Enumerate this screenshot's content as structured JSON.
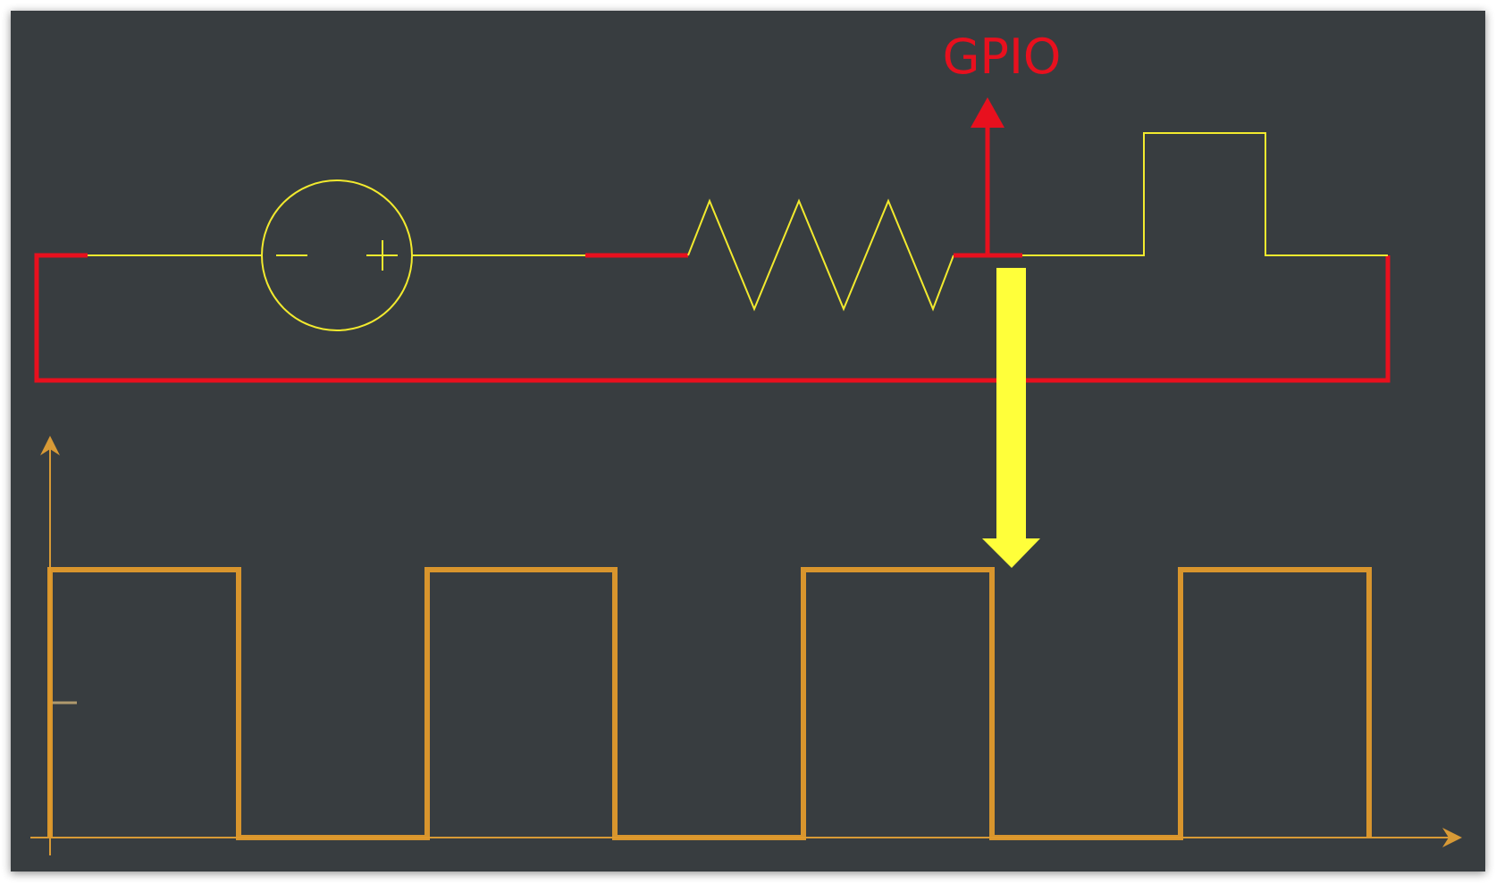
{
  "labels": {
    "gpio": "GPIO"
  },
  "colors": {
    "frame_background": "#393c40",
    "panel_border": "#2a2c2f",
    "wire_red": "#e8101e",
    "component_yellow": "#f2ea2e",
    "arrow_yellow": "#ffff3a",
    "waveform_orange": "#e09a2c",
    "axis_orange": "#d89a36",
    "tick_grey": "#b09a6e"
  },
  "components": {
    "source_icon": "dc-voltage-source-icon",
    "resistor_icon": "zigzag-resistor-icon",
    "output_icon": "gpio-output-arrow-icon",
    "direction_icon": "down-arrow-icon"
  },
  "waveform": {
    "type": "square",
    "cycles": 4,
    "levels": [
      "high",
      "low"
    ]
  }
}
